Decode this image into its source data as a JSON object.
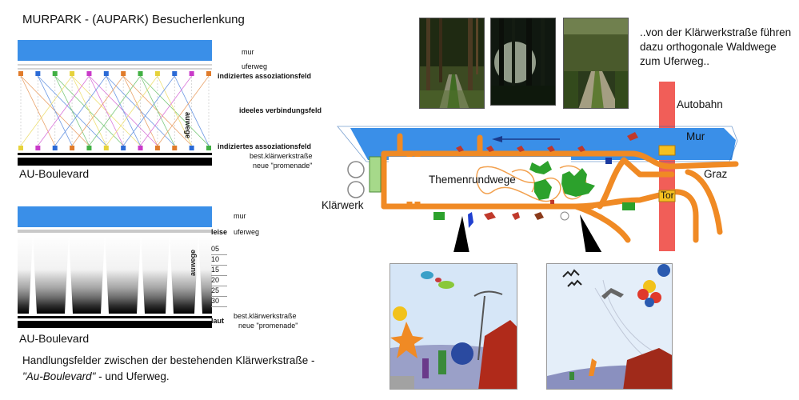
{
  "title": "MURPARK - (AUPARK) Besucherlenkung",
  "diagram1": {
    "mur": "mur",
    "uferweg": "uferweg",
    "indiziert_top": "indiziertes assoziationsfeld",
    "ideeles": "ideeles verbindungsfeld",
    "indiziert_bottom": "indiziertes assoziationsfeld",
    "strasse": "best.klärwerkstraße",
    "promenade": "neue \"promenade\"",
    "auwege": "auwege",
    "boulevard": "AU-Boulevard",
    "colors": [
      "#e07b2a",
      "#2a6ad6",
      "#41b043",
      "#e6d23a",
      "#c93ac9",
      "#2a6ad6",
      "#e07b2a",
      "#41b043",
      "#e6d23a",
      "#2a6ad6",
      "#c93ac9",
      "#e07b2a"
    ]
  },
  "diagram2": {
    "mur": "mur",
    "leise": "leise",
    "uferweg": "uferweg",
    "scale": [
      "05",
      "10",
      "15",
      "20",
      "25",
      "30"
    ],
    "auwege": "auwege",
    "strasse": "best.klärwerkstraße",
    "laut": "laut",
    "promenade": "neue \"promenade\"",
    "boulevard": "AU-Boulevard"
  },
  "caption": {
    "line1": "Handlungsfelder zwischen der bestehenden Klärwerkstraße -",
    "line2_italic": "\"Au-Boulevard\"",
    "line2_rest": " - und Uferweg."
  },
  "note": "..von der Klärwerkstraße führen dazu orthogonale Waldwege zum Uferweg..",
  "map": {
    "autobahn": "Autobahn",
    "mur": "Mur",
    "graz": "Graz",
    "tor": "Tor",
    "themen": "Themenrundwege",
    "klaerwerk": "Klärwerk",
    "river_color": "#3a8fe8",
    "path_color": "#f08a24",
    "autobahn_color": "#f0504a"
  }
}
